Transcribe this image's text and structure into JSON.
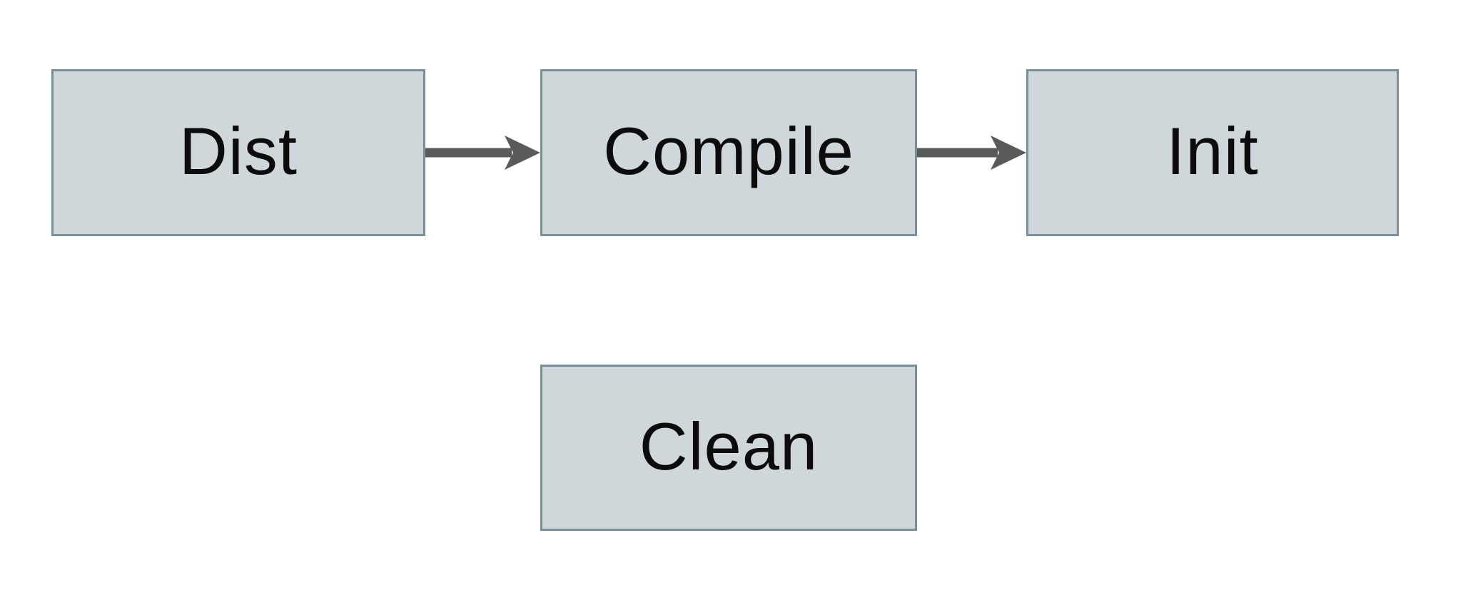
{
  "diagram": {
    "type": "flowchart",
    "background_color": "#ffffff",
    "node_fill_color": "#d0d7da",
    "node_border_color": "#7a8e99",
    "arrow_color": "#595a5c",
    "text_color": "#0c0c0c",
    "nodes": [
      {
        "id": "dist",
        "label": "Dist"
      },
      {
        "id": "compile",
        "label": "Compile"
      },
      {
        "id": "init",
        "label": "Init"
      },
      {
        "id": "clean",
        "label": "Clean"
      }
    ],
    "edges": [
      {
        "from": "dist",
        "to": "compile",
        "direction": "right"
      },
      {
        "from": "compile",
        "to": "init",
        "direction": "right"
      }
    ]
  }
}
